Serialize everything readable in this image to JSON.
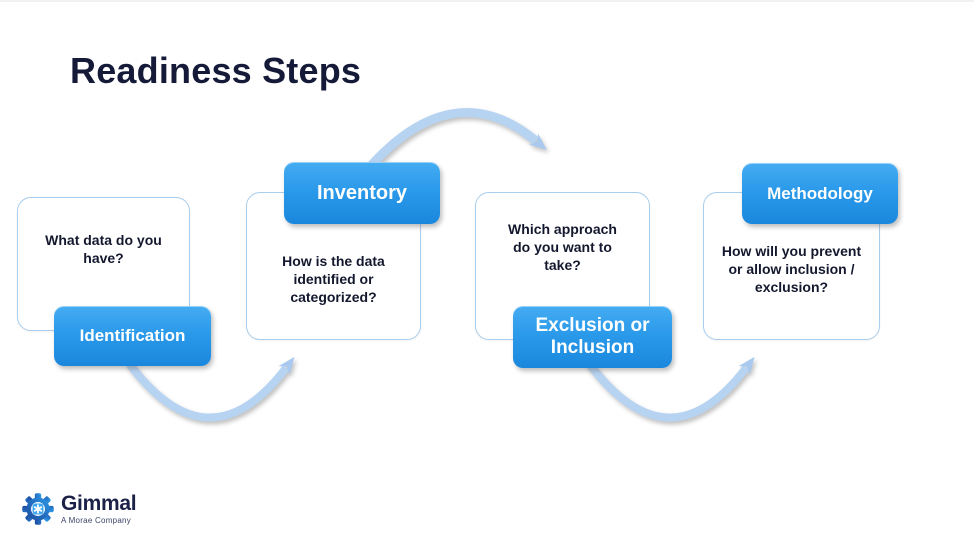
{
  "slide": {
    "title": "Readiness Steps",
    "steps": [
      {
        "label": "Identification",
        "question": "What data do you have?"
      },
      {
        "label": "Inventory",
        "question": "How is the data identified or categorized?"
      },
      {
        "label": "Exclusion or Inclusion",
        "question": "Which approach do you want to take?"
      },
      {
        "label": "Methodology",
        "question": "How will you prevent or allow inclusion / exclusion?"
      }
    ],
    "arrows": [
      {
        "name": "arc-top",
        "from": "Inventory",
        "to": "Exclusion or Inclusion",
        "direction": "over-the-top, pointing down-right"
      },
      {
        "name": "arc-bottom-left",
        "from": "Identification",
        "to": "Inventory",
        "direction": "under, pointing up-right"
      },
      {
        "name": "arc-bottom-right",
        "from": "Exclusion or Inclusion",
        "to": "Methodology",
        "direction": "under, pointing up-right"
      }
    ]
  },
  "branding": {
    "logo_icon": "gear-icon",
    "company": "Gimmal",
    "tagline": "A Morae Company"
  },
  "colors": {
    "background": "#ffffff",
    "title_text": "#141a38",
    "card_text": "#14182e",
    "card_border": "#a9cdec",
    "badge_gradient_top": "#45acf2",
    "badge_gradient_bottom": "#1a87dd",
    "badge_text": "#ffffff",
    "arrow_stroke": "#b7d3f2",
    "arrowhead_fill": "#a9c9ef",
    "logo_gear_dark": "#1d4a9c",
    "logo_gear_light": "#2f9ce8",
    "logo_text": "#1c2247"
  }
}
